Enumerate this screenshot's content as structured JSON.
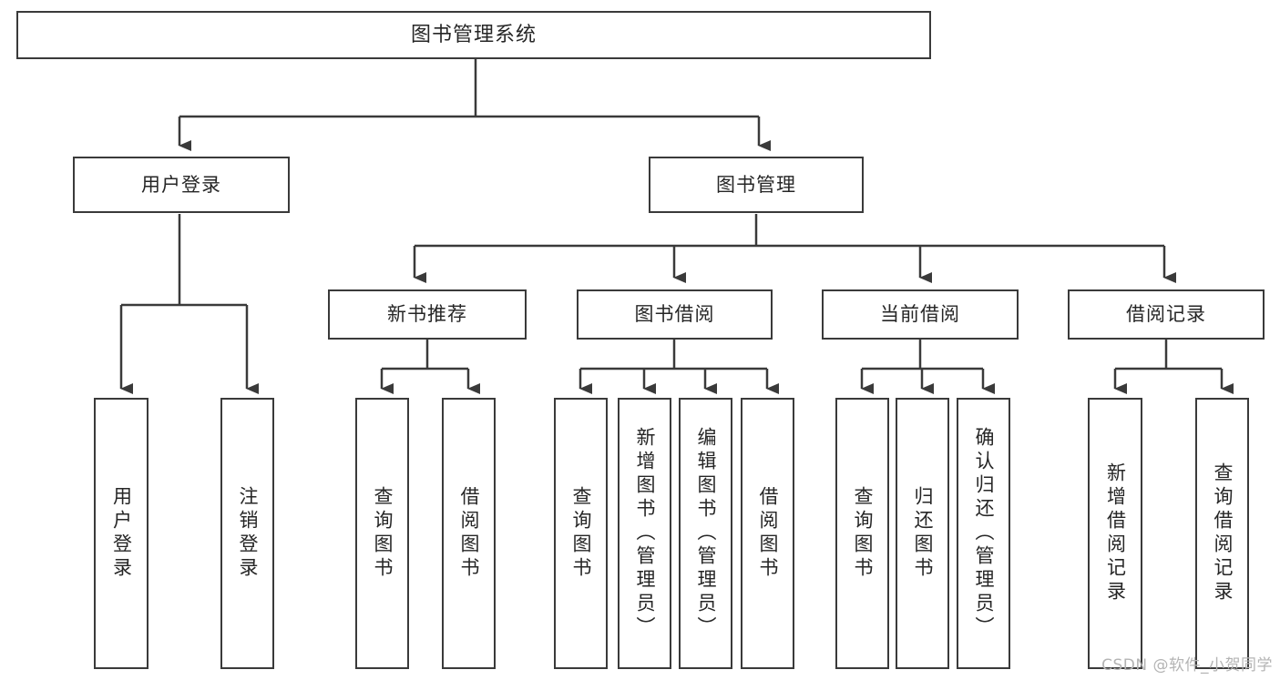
{
  "diagram": {
    "type": "tree-hierarchy",
    "title": "图书管理系统",
    "orientation": "top-down",
    "watermark": "CSDN @软件_小贺同学",
    "colors": {
      "box_border": "#3a3a3a",
      "box_fill": "#ffffff",
      "connector": "#3a3a3a",
      "text": "#262626",
      "watermark": "#b4b4b4",
      "background": "#ffffff"
    },
    "nodes": {
      "root": {
        "label": "图书管理系统",
        "level": 1
      },
      "level2": [
        {
          "id": "user-login",
          "label": "用户登录"
        },
        {
          "id": "book-management",
          "label": "图书管理"
        }
      ],
      "level3": [
        {
          "id": "new-book-recommend",
          "label": "新书推荐",
          "parent": "book-management"
        },
        {
          "id": "book-borrow",
          "label": "图书借阅",
          "parent": "book-management"
        },
        {
          "id": "current-borrow",
          "label": "当前借阅",
          "parent": "book-management"
        },
        {
          "id": "borrow-record",
          "label": "借阅记录",
          "parent": "book-management"
        }
      ],
      "leaves": [
        {
          "id": "leaf-user-login",
          "label": "用户登录",
          "parent": "user-login"
        },
        {
          "id": "leaf-logout",
          "label": "注销登录",
          "parent": "user-login"
        },
        {
          "id": "leaf-query-book-1",
          "label": "查询图书",
          "parent": "new-book-recommend"
        },
        {
          "id": "leaf-borrow-book-1",
          "label": "借阅图书",
          "parent": "new-book-recommend"
        },
        {
          "id": "leaf-query-book-2",
          "label": "查询图书",
          "parent": "book-borrow"
        },
        {
          "id": "leaf-add-book",
          "label": "新增图书（管理员）",
          "parent": "book-borrow"
        },
        {
          "id": "leaf-edit-book",
          "label": "编辑图书（管理员）",
          "parent": "book-borrow"
        },
        {
          "id": "leaf-borrow-book-2",
          "label": "借阅图书",
          "parent": "book-borrow"
        },
        {
          "id": "leaf-query-book-3",
          "label": "查询图书",
          "parent": "current-borrow"
        },
        {
          "id": "leaf-return-book",
          "label": "归还图书",
          "parent": "current-borrow"
        },
        {
          "id": "leaf-confirm-return",
          "label": "确认归还（管理员）",
          "parent": "current-borrow"
        },
        {
          "id": "leaf-add-record",
          "label": "新增借阅记录",
          "parent": "borrow-record"
        },
        {
          "id": "leaf-query-record",
          "label": "查询借阅记录",
          "parent": "borrow-record"
        }
      ]
    }
  }
}
